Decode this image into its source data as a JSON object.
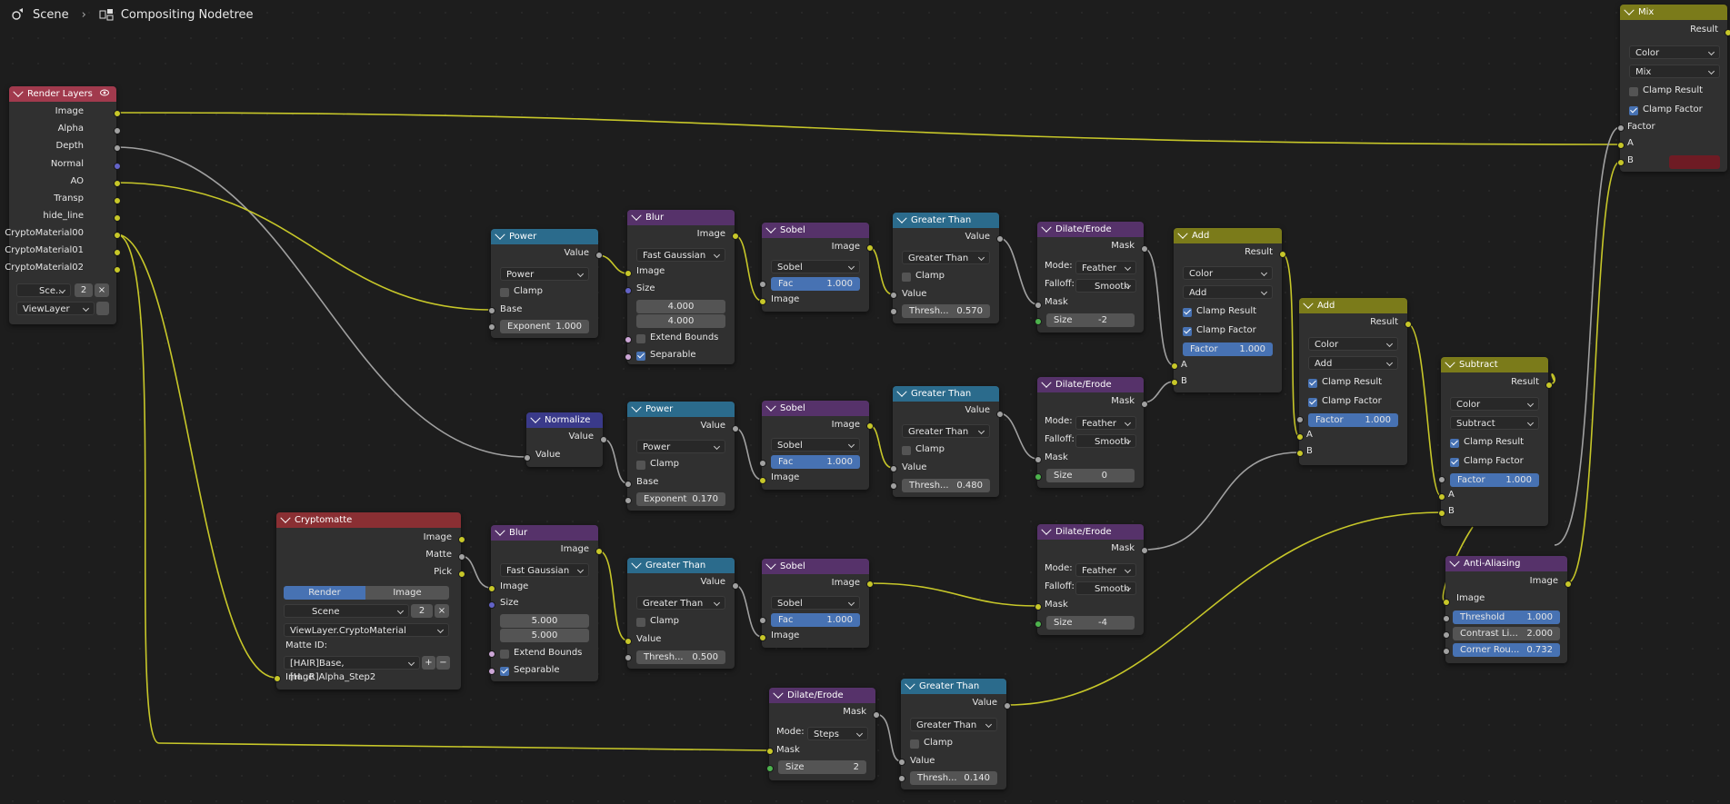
{
  "breadcrumb": {
    "scene": "Scene",
    "tree": "Compositing Nodetree"
  },
  "colors": {
    "wire_color": "#c7c729",
    "wire_gray": "#a1a1a1",
    "header_input": "#a13a4d",
    "header_filter": "#56326a",
    "header_math": "#2b6b8c",
    "header_color": "#7b7b1a",
    "header_matte": "#8a2f33",
    "header_converter": "#3a3a8a",
    "accent": "#4772b3"
  },
  "render_layers": {
    "title": "Render Layers",
    "outputs": [
      "Image",
      "Alpha",
      "Depth",
      "Normal",
      "AO",
      "Transp",
      "hide_line",
      "CryptoMaterial00",
      "CryptoMaterial01",
      "CryptoMaterial02"
    ],
    "scene": "Sce...",
    "scene_users": "2",
    "view_layer": "ViewLayer"
  },
  "power1": {
    "title": "Power",
    "out": "Value",
    "mode": "Power",
    "clamp": "Clamp",
    "base": "Base",
    "exp_label": "Exponent",
    "exp_value": "1.000"
  },
  "blur1": {
    "title": "Blur",
    "out": "Image",
    "mode": "Fast Gaussian",
    "in_image": "Image",
    "size": "Size",
    "x": "4.000",
    "y": "4.000",
    "extend": "Extend Bounds",
    "separable": "Separable"
  },
  "sobel1": {
    "title": "Sobel",
    "out": "Image",
    "mode": "Sobel",
    "fac_label": "Fac",
    "fac_value": "1.000",
    "in": "Image"
  },
  "gt1": {
    "title": "Greater Than",
    "out": "Value",
    "mode": "Greater Than",
    "clamp": "Clamp",
    "in": "Value",
    "th_label": "Thresh...",
    "th_value": "0.570"
  },
  "dil1": {
    "title": "Dilate/Erode",
    "out": "Mask",
    "mode_label": "Mode:",
    "mode": "Feather",
    "fall_label": "Falloff:",
    "fall": "Smooth",
    "in": "Mask",
    "size_label": "Size",
    "size": "-2"
  },
  "add1": {
    "title": "Add",
    "out": "Result",
    "type": "Color",
    "op": "Add",
    "clamp_r": "Clamp Result",
    "clamp_f": "Clamp Factor",
    "fac_label": "Factor",
    "fac_value": "1.000",
    "a": "A",
    "b": "B"
  },
  "normalize": {
    "title": "Normalize",
    "out": "Value",
    "in": "Value"
  },
  "power2": {
    "title": "Power",
    "out": "Value",
    "mode": "Power",
    "clamp": "Clamp",
    "base": "Base",
    "exp_label": "Exponent",
    "exp_value": "0.170"
  },
  "sobel2": {
    "title": "Sobel",
    "out": "Image",
    "mode": "Sobel",
    "fac_label": "Fac",
    "fac_value": "1.000",
    "in": "Image"
  },
  "gt2": {
    "title": "Greater Than",
    "out": "Value",
    "mode": "Greater Than",
    "clamp": "Clamp",
    "in": "Value",
    "th_label": "Thresh...",
    "th_value": "0.480"
  },
  "dil2": {
    "title": "Dilate/Erode",
    "out": "Mask",
    "mode_label": "Mode:",
    "mode": "Feather",
    "fall_label": "Falloff:",
    "fall": "Smooth",
    "in": "Mask",
    "size_label": "Size",
    "size": "0"
  },
  "add2": {
    "title": "Add",
    "out": "Result",
    "type": "Color",
    "op": "Add",
    "clamp_r": "Clamp Result",
    "clamp_f": "Clamp Factor",
    "fac_label": "Factor",
    "fac_value": "1.000",
    "a": "A",
    "b": "B"
  },
  "crypto": {
    "title": "Cryptomatte",
    "out_image": "Image",
    "out_matte": "Matte",
    "out_pick": "Pick",
    "tab_render": "Render",
    "tab_image": "Image",
    "scene": "Scene",
    "scene_users": "2",
    "layer": "ViewLayer.CryptoMaterial",
    "matte_label": "Matte ID:",
    "matte_value": "[HAIR]Base,[H...R]Alpha_Step2",
    "in": "Image"
  },
  "blur2": {
    "title": "Blur",
    "out": "Image",
    "mode": "Fast Gaussian",
    "in_image": "Image",
    "size": "Size",
    "x": "5.000",
    "y": "5.000",
    "extend": "Extend Bounds",
    "separable": "Separable"
  },
  "gt3": {
    "title": "Greater Than",
    "out": "Value",
    "mode": "Greater Than",
    "clamp": "Clamp",
    "in": "Value",
    "th_label": "Thresh...",
    "th_value": "0.500"
  },
  "sobel3": {
    "title": "Sobel",
    "out": "Image",
    "mode": "Sobel",
    "fac_label": "Fac",
    "fac_value": "1.000",
    "in": "Image"
  },
  "dil3": {
    "title": "Dilate/Erode",
    "out": "Mask",
    "mode_label": "Mode:",
    "mode": "Feather",
    "fall_label": "Falloff:",
    "fall": "Smooth",
    "in": "Mask",
    "size_label": "Size",
    "size": "-4"
  },
  "dil4": {
    "title": "Dilate/Erode",
    "out": "Mask",
    "mode_label": "Mode:",
    "mode": "Steps",
    "in": "Mask",
    "size_label": "Size",
    "size": "2"
  },
  "gt4": {
    "title": "Greater Than",
    "out": "Value",
    "mode": "Greater Than",
    "clamp": "Clamp",
    "in": "Value",
    "th_label": "Thresh...",
    "th_value": "0.140"
  },
  "subtract": {
    "title": "Subtract",
    "out": "Result",
    "type": "Color",
    "op": "Subtract",
    "clamp_r": "Clamp Result",
    "clamp_f": "Clamp Factor",
    "fac_label": "Factor",
    "fac_value": "1.000",
    "a": "A",
    "b": "B"
  },
  "aa": {
    "title": "Anti-Aliasing",
    "out": "Image",
    "in": "Image",
    "th_label": "Threshold",
    "th_value": "1.000",
    "cl_label": "Contrast Li...",
    "cl_value": "2.000",
    "cr_label": "Corner Rou...",
    "cr_value": "0.732"
  },
  "mix": {
    "title": "Mix",
    "out": "Result",
    "type": "Color",
    "op": "Mix",
    "clamp_r": "Clamp Result",
    "clamp_f": "Clamp Factor",
    "factor": "Factor",
    "a": "A",
    "b": "B"
  }
}
